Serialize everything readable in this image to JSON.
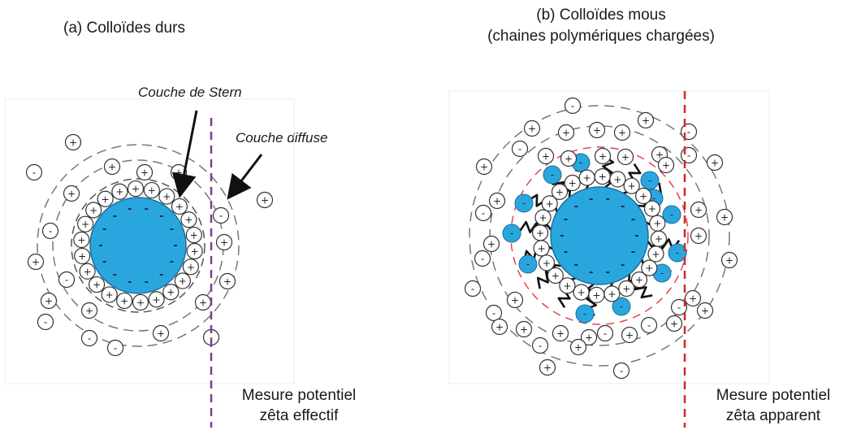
{
  "panel_a": {
    "title": "(a) Colloïdes durs",
    "stern_label": "Couche de Stern",
    "diffuse_label": "Couche diffuse",
    "measure_line1": "Mesure potentiel",
    "measure_line2": "zêta effectif",
    "dashed_line_color": "#7d3c98"
  },
  "panel_b": {
    "title_line1": "(b) Colloïdes mous",
    "title_line2": "(chaines polymériques chargées)",
    "measure_line1": "Mesure potentiel",
    "measure_line2": "zêta apparent",
    "dashed_line_color": "#d62728"
  },
  "colors": {
    "particle_fill": "#2aa6df",
    "particle_stroke": "#1c6f99",
    "ion_stroke": "#333333",
    "shell_stroke": "#777777",
    "soft_shell_stroke": "#e0474c"
  }
}
